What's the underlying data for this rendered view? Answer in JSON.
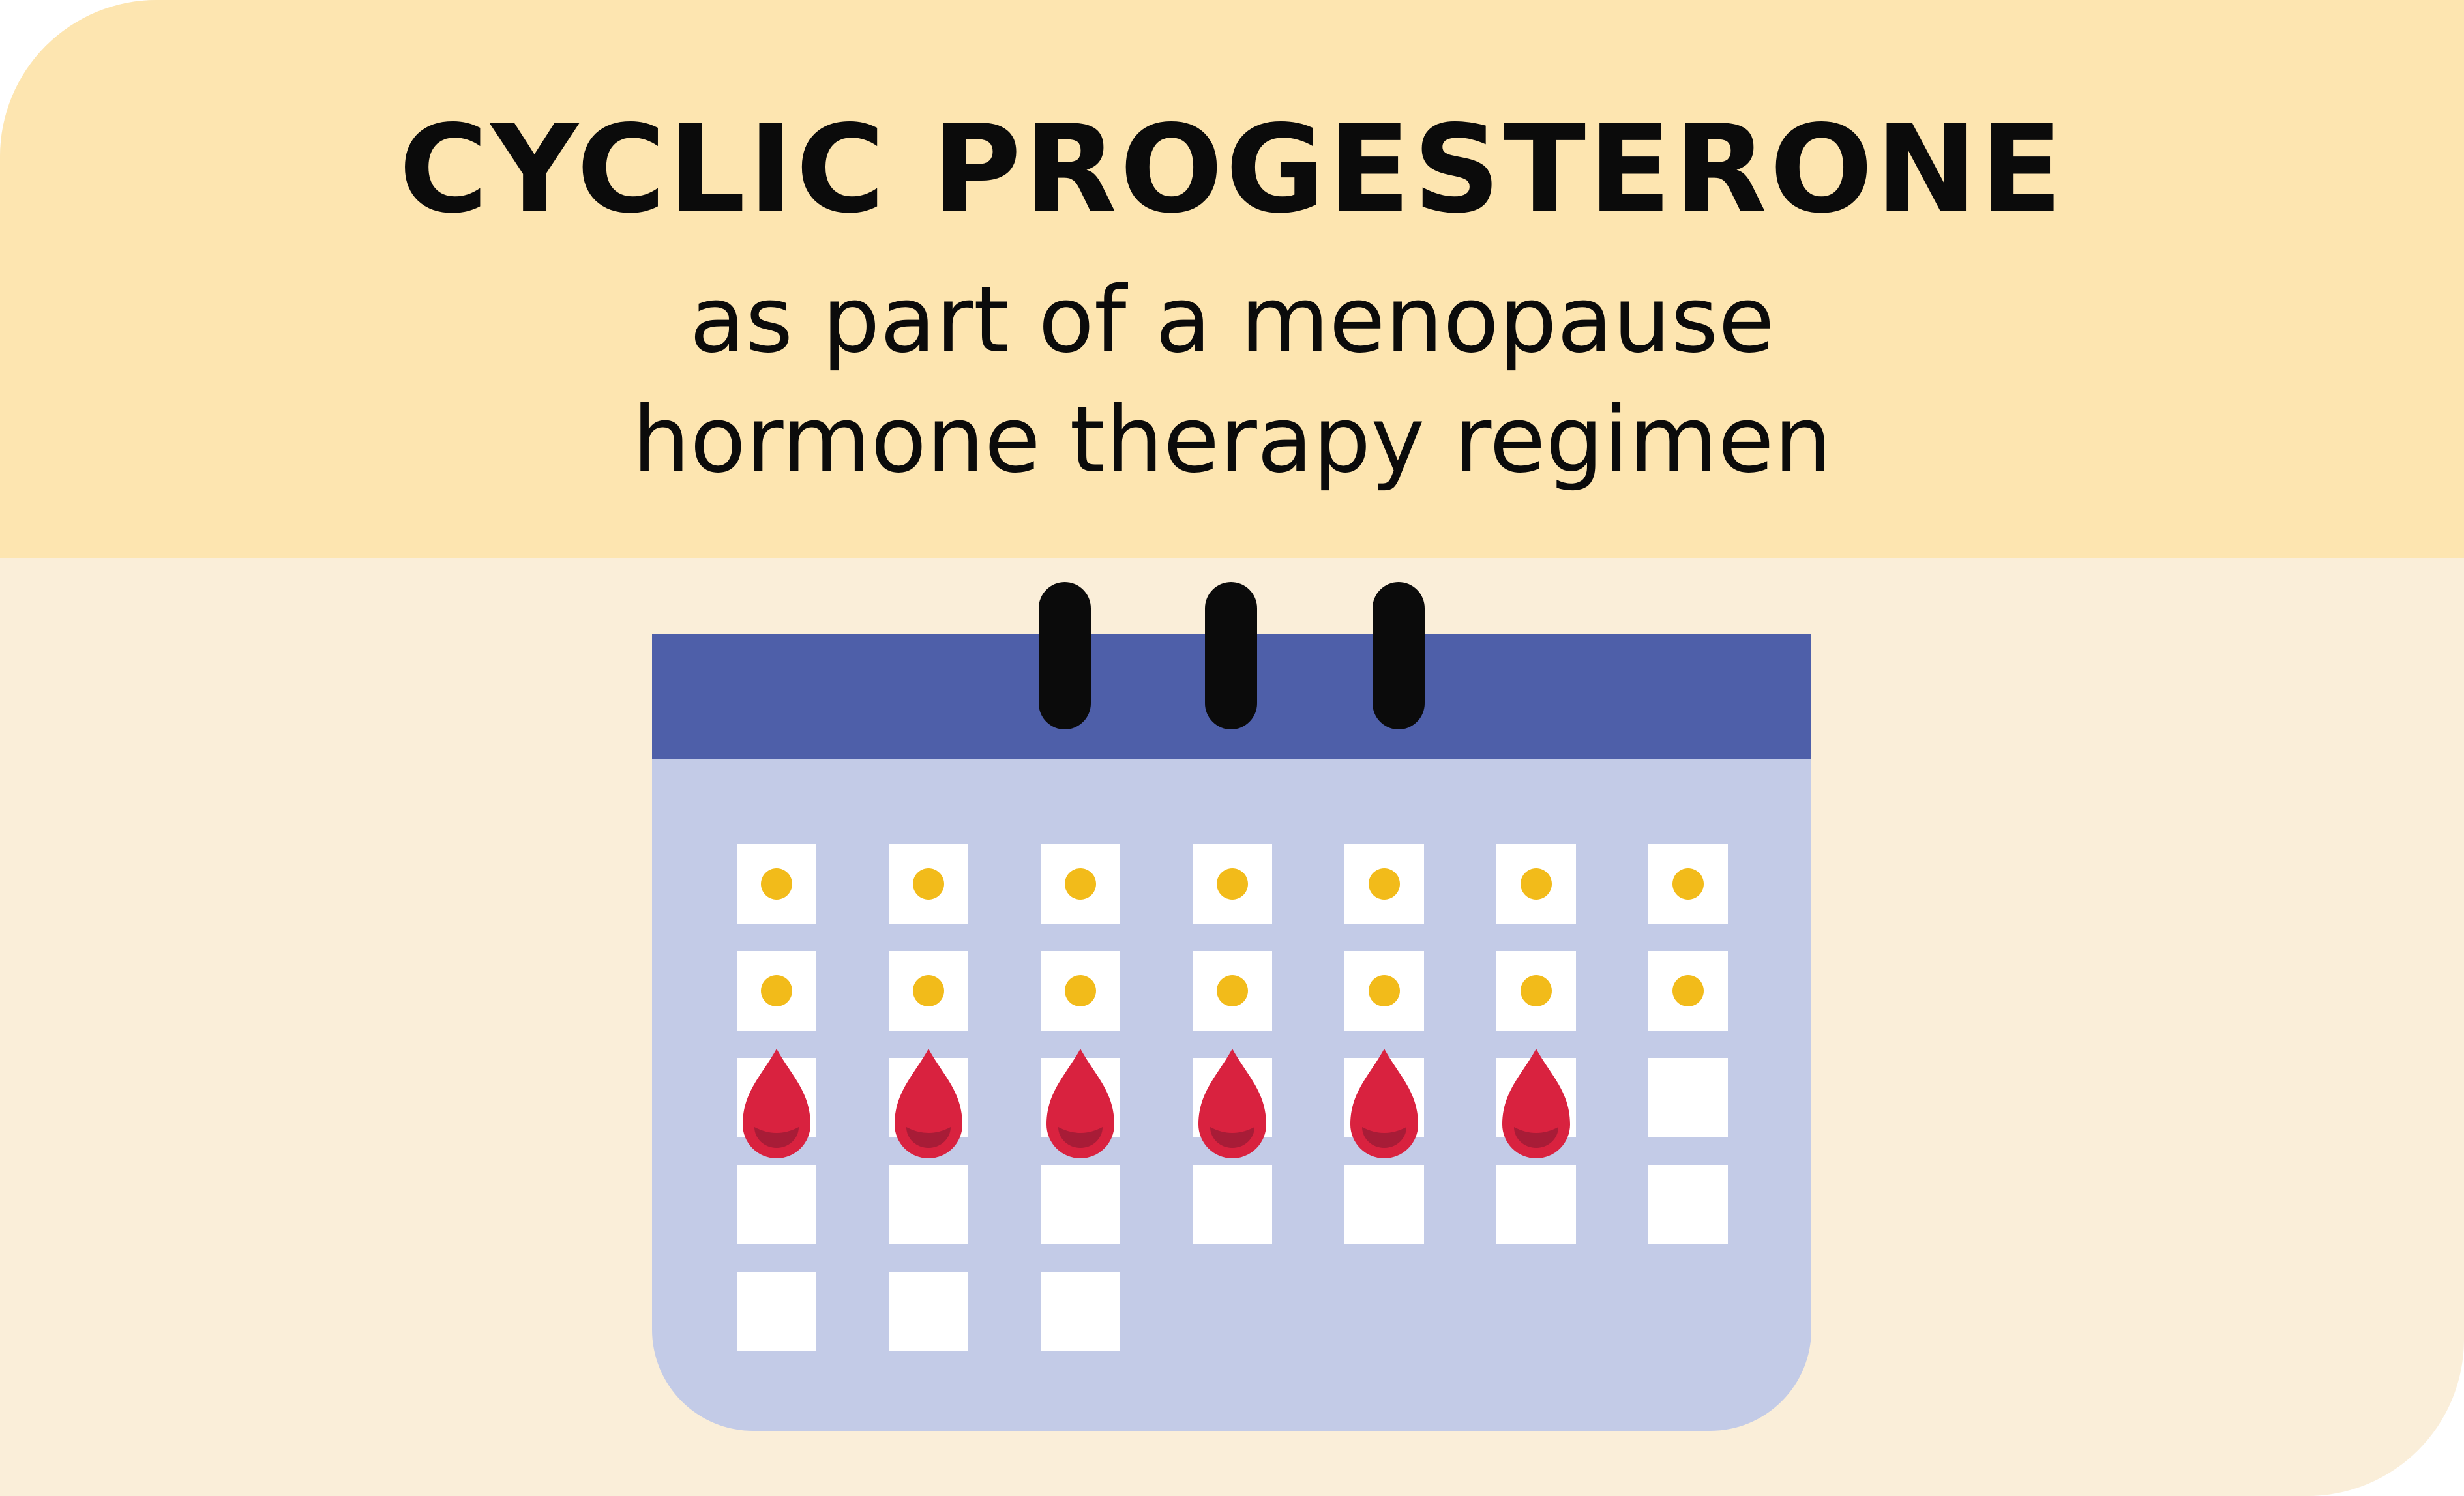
{
  "header": {
    "title": "CYCLIC PROGESTERONE",
    "subtitle_lines": [
      "as part of a menopause",
      "hormone therapy regimen"
    ]
  },
  "colors": {
    "header_bg": "#fde5b0",
    "page_bg": "#faeed9",
    "calendar_header": "#4e5fa9",
    "calendar_body": "#c3cbe7",
    "ring": "#0b0b0b",
    "day_cell": "#ffffff",
    "pill_dot": "#f2bb1a",
    "blood_drop": "#d9223f",
    "blood_drop_shade": "#a81c37"
  },
  "icons": {
    "pill": "yellow-dot-icon",
    "bleeding": "blood-drop-icon"
  },
  "calendar": {
    "rings": 3,
    "weeks": [
      [
        "pill",
        "pill",
        "pill",
        "pill",
        "pill",
        "pill",
        "pill"
      ],
      [
        "pill",
        "pill",
        "pill",
        "pill",
        "pill",
        "pill",
        "pill"
      ],
      [
        "bleed",
        "bleed",
        "bleed",
        "bleed",
        "bleed",
        "bleed",
        "empty"
      ],
      [
        "empty",
        "empty",
        "empty",
        "empty",
        "empty",
        "empty",
        "empty"
      ],
      [
        "empty",
        "empty",
        "empty"
      ]
    ]
  }
}
